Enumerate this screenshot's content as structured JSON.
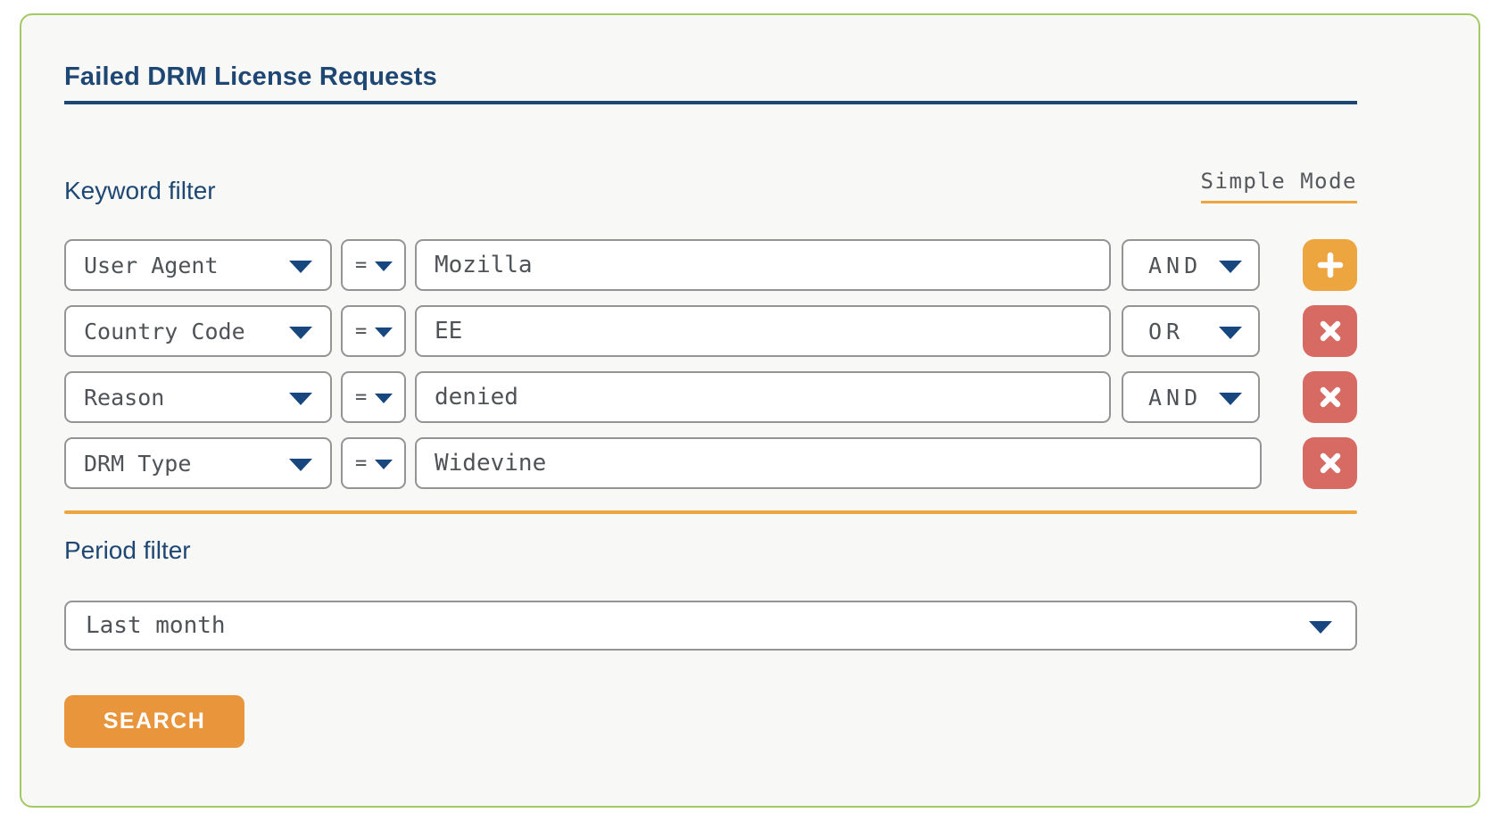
{
  "panel": {
    "title": "Failed DRM License Requests"
  },
  "keyword_filter": {
    "heading": "Keyword filter",
    "mode_link": "Simple Mode",
    "rows": [
      {
        "field": "User Agent",
        "operator": "=",
        "value": "Mozilla",
        "logic": "AND"
      },
      {
        "field": "Country Code",
        "operator": "=",
        "value": "EE",
        "logic": "OR"
      },
      {
        "field": "Reason",
        "operator": "=",
        "value": "denied",
        "logic": "AND"
      },
      {
        "field": "DRM Type",
        "operator": "=",
        "value": "Widevine"
      }
    ]
  },
  "period_filter": {
    "heading": "Period filter",
    "selected_value": "Last month"
  },
  "actions": {
    "search_label": "SEARCH"
  },
  "icons": {
    "dropdown": "triangle-down-icon",
    "add": "plus-icon",
    "remove": "x-icon"
  },
  "colors": {
    "accent_navy": "#1e4773",
    "triangle_navy": "#17477e",
    "accent_orange": "#eda63f",
    "search_orange": "#e9953c",
    "danger_red": "#d76b64",
    "panel_border_green": "#a2c964",
    "panel_background": "#f8f8f6",
    "field_text_gray": "#4f5357",
    "field_border_gray": "#949494"
  }
}
